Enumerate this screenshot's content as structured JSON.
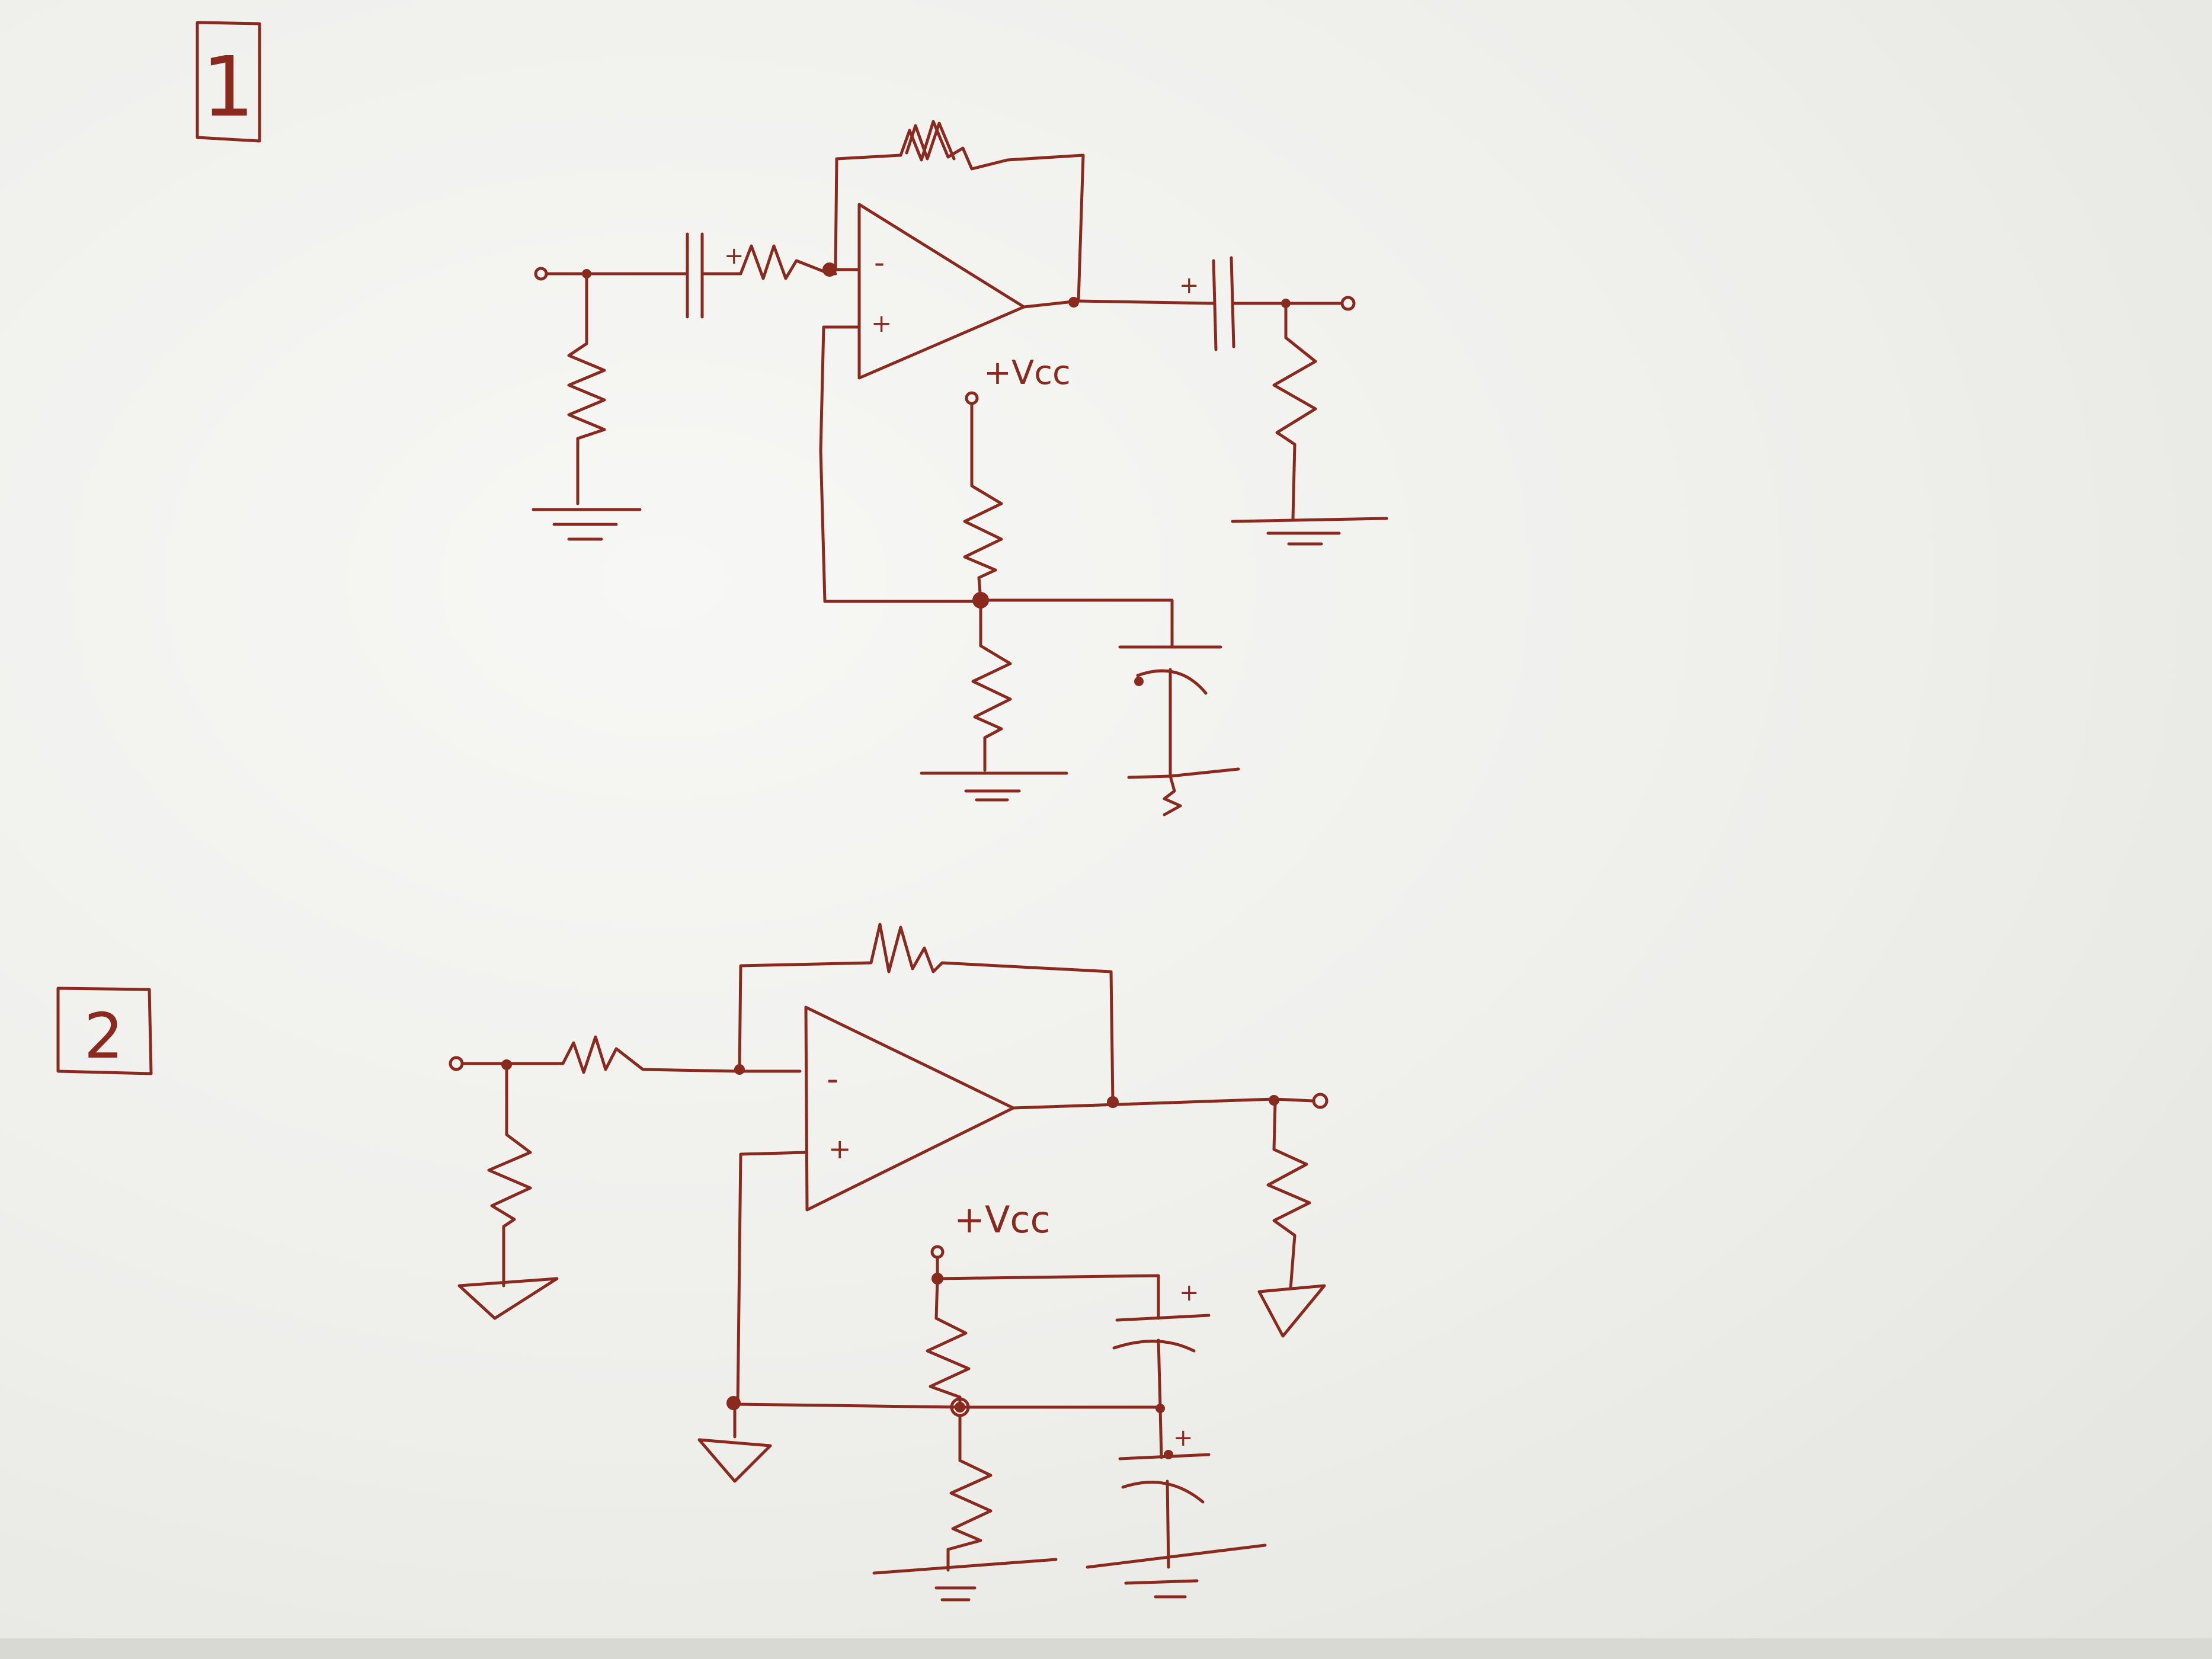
{
  "figure_labels": {
    "first": "1",
    "second": "2"
  },
  "circuit1": {
    "supply_label": "+Vcc",
    "opamp_inverting": "-",
    "opamp_noninverting": "+",
    "cap_polarity": "+"
  },
  "circuit2": {
    "supply_label": "+Vcc",
    "opamp_inverting": "-",
    "opamp_noninverting": "+",
    "cap_polarity": "+"
  }
}
